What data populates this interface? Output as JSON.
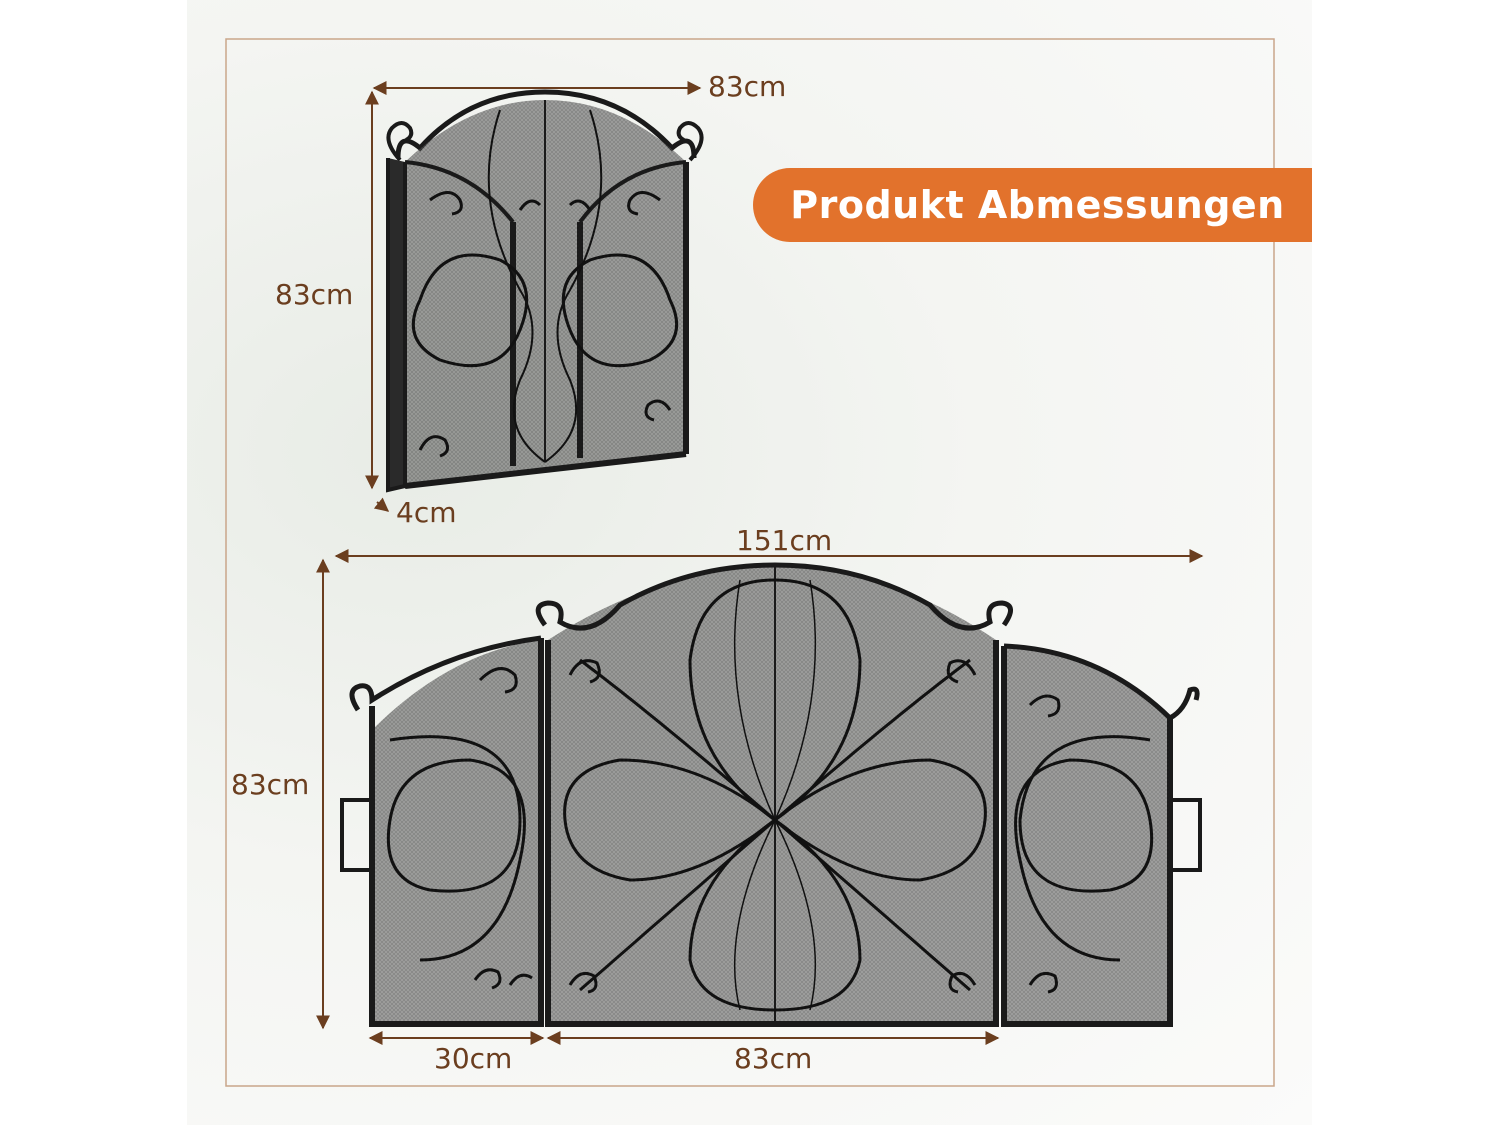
{
  "badge": {
    "title": "Produkt Abmessungen"
  },
  "folded_view": {
    "width_label": "83cm",
    "height_label": "83cm",
    "depth_label": "4cm"
  },
  "open_view": {
    "total_width_label": "151cm",
    "height_label": "83cm",
    "side_panel_label": "30cm",
    "center_panel_label": "83cm"
  },
  "colors": {
    "accent": "#e2722c",
    "dimension": "#6b3e1f",
    "frame_border": "#c9a68a",
    "metal": "#1a1a1a"
  }
}
